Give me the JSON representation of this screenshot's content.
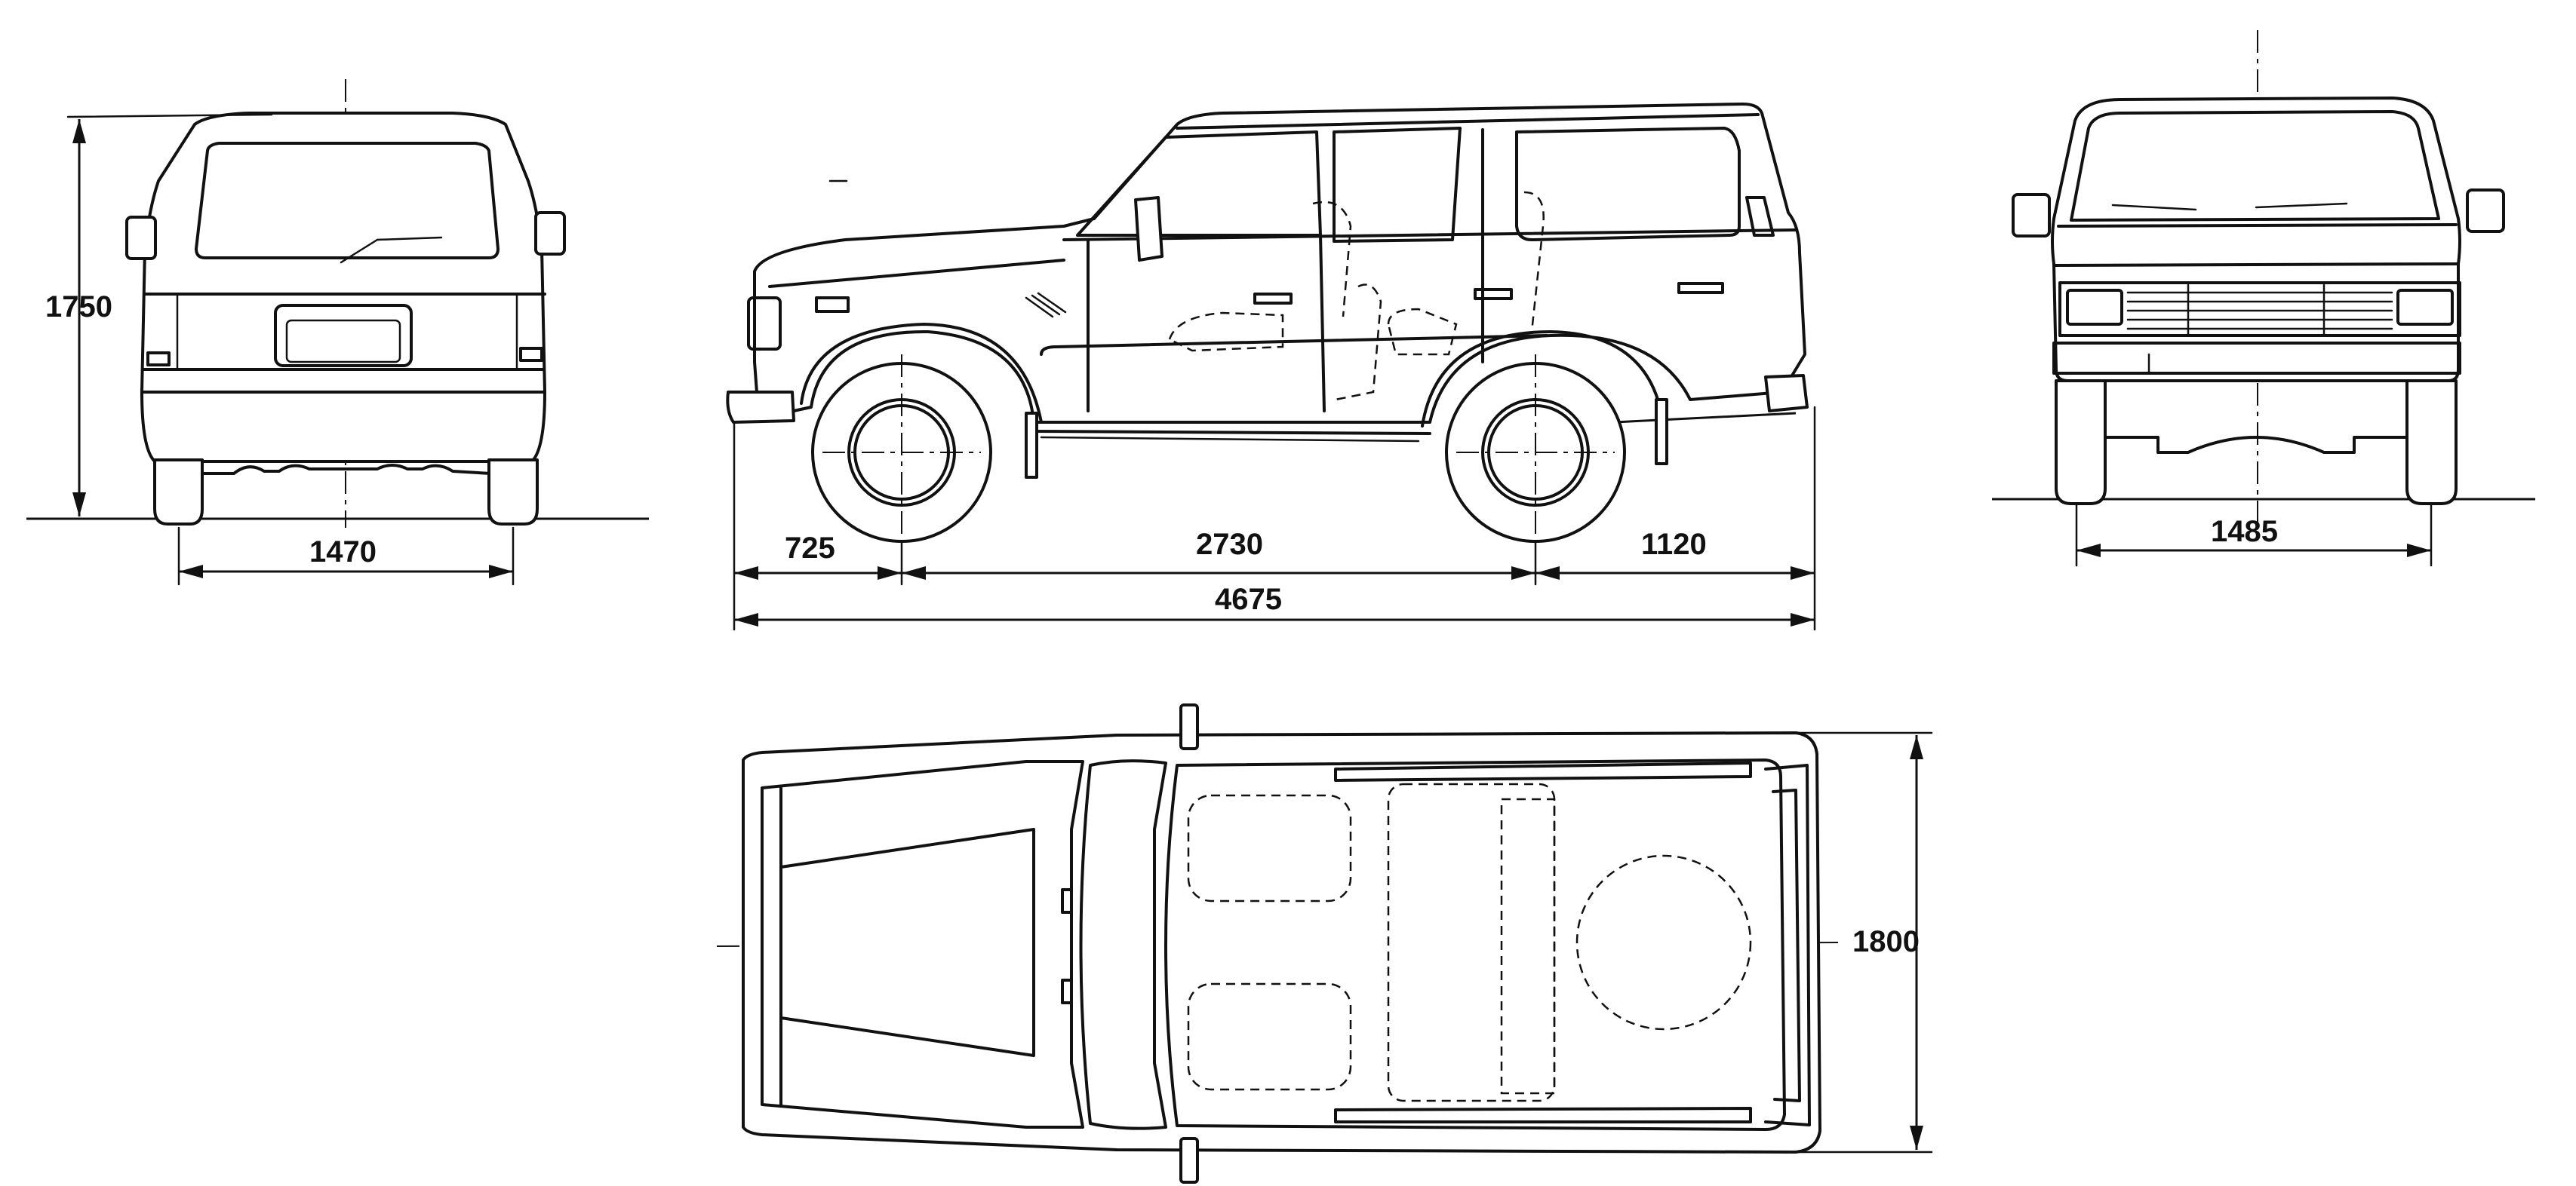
{
  "dimensions": {
    "height": "1750",
    "rear_track": "1470",
    "front_overhang": "725",
    "wheelbase": "2730",
    "rear_overhang": "1120",
    "overall_length": "4675",
    "front_track": "1485",
    "width": "1800"
  },
  "colors": {
    "line": "#111111",
    "background": "#ffffff"
  }
}
